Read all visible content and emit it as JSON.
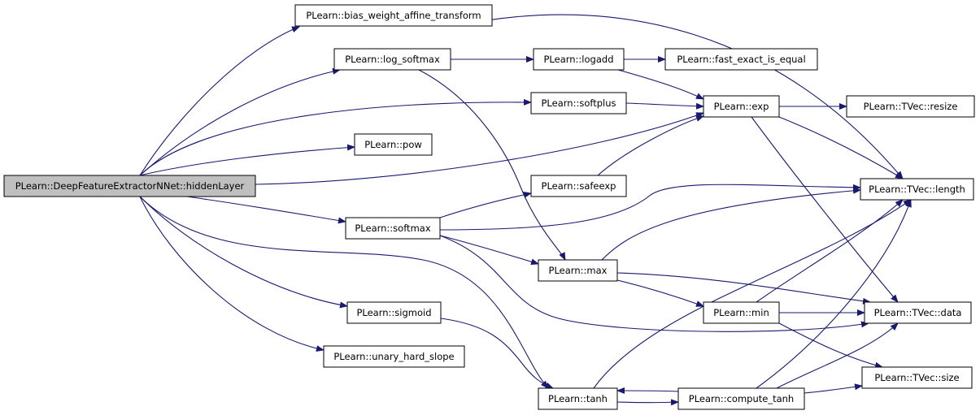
{
  "graph": {
    "edge_color": "#191970",
    "node_fill": "#ffffff",
    "root_fill": "#bfbfbf",
    "nodes": [
      {
        "id": "hiddenLayer",
        "label": "PLearn::DeepFeatureExtractorNNet::hiddenLayer",
        "root": true
      },
      {
        "id": "bias",
        "label": "PLearn::bias_weight_affine_transform"
      },
      {
        "id": "log_softmax",
        "label": "PLearn::log_softmax"
      },
      {
        "id": "logadd",
        "label": "PLearn::logadd"
      },
      {
        "id": "fast_exact",
        "label": "PLearn::fast_exact_is_equal"
      },
      {
        "id": "softplus",
        "label": "PLearn::softplus"
      },
      {
        "id": "exp",
        "label": "PLearn::exp"
      },
      {
        "id": "resize",
        "label": "PLearn::TVec::resize"
      },
      {
        "id": "pow",
        "label": "PLearn::pow"
      },
      {
        "id": "safeexp",
        "label": "PLearn::safeexp"
      },
      {
        "id": "length",
        "label": "PLearn::TVec::length"
      },
      {
        "id": "softmax",
        "label": "PLearn::softmax"
      },
      {
        "id": "max",
        "label": "PLearn::max"
      },
      {
        "id": "min",
        "label": "PLearn::min"
      },
      {
        "id": "data",
        "label": "PLearn::TVec::data"
      },
      {
        "id": "sigmoid",
        "label": "PLearn::sigmoid"
      },
      {
        "id": "unary",
        "label": "PLearn::unary_hard_slope"
      },
      {
        "id": "tanh",
        "label": "PLearn::tanh"
      },
      {
        "id": "compute_tanh",
        "label": "PLearn::compute_tanh"
      },
      {
        "id": "size",
        "label": "PLearn::TVec::size"
      }
    ],
    "edges": [
      {
        "from": "hiddenLayer",
        "to": "bias"
      },
      {
        "from": "hiddenLayer",
        "to": "log_softmax"
      },
      {
        "from": "hiddenLayer",
        "to": "softplus"
      },
      {
        "from": "hiddenLayer",
        "to": "pow"
      },
      {
        "from": "hiddenLayer",
        "to": "exp"
      },
      {
        "from": "hiddenLayer",
        "to": "softmax"
      },
      {
        "from": "hiddenLayer",
        "to": "sigmoid"
      },
      {
        "from": "hiddenLayer",
        "to": "unary"
      },
      {
        "from": "hiddenLayer",
        "to": "tanh"
      },
      {
        "from": "bias",
        "to": "length"
      },
      {
        "from": "log_softmax",
        "to": "logadd"
      },
      {
        "from": "log_softmax",
        "to": "max"
      },
      {
        "from": "logadd",
        "to": "fast_exact"
      },
      {
        "from": "logadd",
        "to": "exp"
      },
      {
        "from": "softplus",
        "to": "exp"
      },
      {
        "from": "exp",
        "to": "resize"
      },
      {
        "from": "exp",
        "to": "length"
      },
      {
        "from": "exp",
        "to": "data"
      },
      {
        "from": "safeexp",
        "to": "exp"
      },
      {
        "from": "softmax",
        "to": "safeexp"
      },
      {
        "from": "softmax",
        "to": "length"
      },
      {
        "from": "softmax",
        "to": "max"
      },
      {
        "from": "softmax",
        "to": "data"
      },
      {
        "from": "max",
        "to": "length"
      },
      {
        "from": "max",
        "to": "min"
      },
      {
        "from": "max",
        "to": "data"
      },
      {
        "from": "min",
        "to": "length"
      },
      {
        "from": "min",
        "to": "data"
      },
      {
        "from": "min",
        "to": "size"
      },
      {
        "from": "sigmoid",
        "to": "tanh"
      },
      {
        "from": "tanh",
        "to": "compute_tanh"
      },
      {
        "from": "tanh",
        "to": "length"
      },
      {
        "from": "compute_tanh",
        "to": "tanh"
      },
      {
        "from": "compute_tanh",
        "to": "length"
      },
      {
        "from": "compute_tanh",
        "to": "data"
      },
      {
        "from": "compute_tanh",
        "to": "size"
      }
    ]
  }
}
